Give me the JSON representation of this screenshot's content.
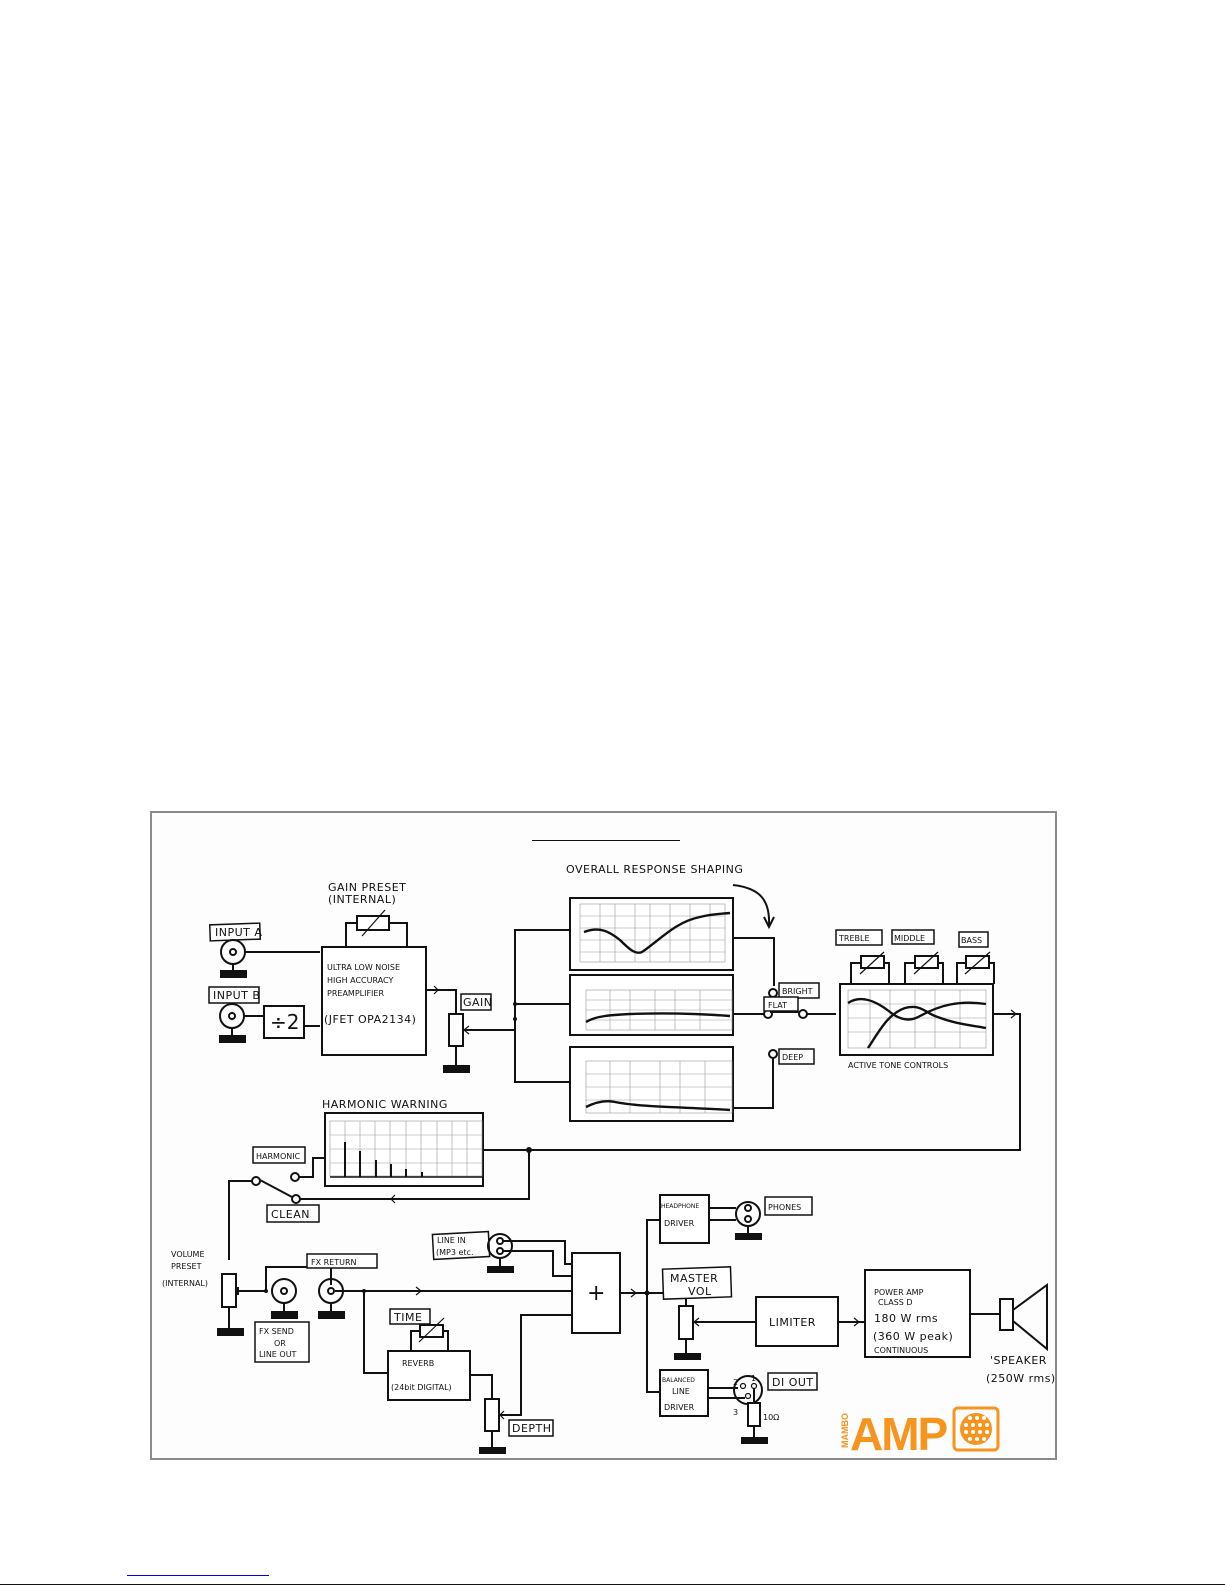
{
  "diagram": {
    "title": "",
    "blocks": {
      "input_a": "INPUT A",
      "input_b": "INPUT B",
      "divider": "÷2",
      "gain_preset": [
        "GAIN PRESET",
        "(INTERNAL)"
      ],
      "preamp": [
        "ULTRA LOW NOISE",
        "HIGH ACCURACY",
        "PREAMPLIFIER",
        "(JFET OPA2134)"
      ],
      "gain": "GAIN",
      "response_shaping_title": "OVERALL RESPONSE SHAPING",
      "bright": "BRIGHT",
      "flat": "FLAT",
      "deep": "DEEP",
      "treble": "TREBLE",
      "middle": "MIDDLE",
      "bass": "BASS",
      "tone_controls": "ACTIVE TONE CONTROLS",
      "harmonic_warning": "HARMONIC WARNING",
      "harmonic": "HARMONIC",
      "clean": "CLEAN",
      "volume_preset": [
        "VOLUME",
        "PRESET",
        "(INTERNAL)"
      ],
      "fx_return": "FX RETURN",
      "fx_send": [
        "FX SEND",
        "OR",
        "LINE OUT"
      ],
      "line_in": [
        "LINE IN",
        "(MP3 etc."
      ],
      "time": "TIME",
      "reverb": [
        "REVERB",
        "(24bit DIGITAL)"
      ],
      "depth": "DEPTH",
      "mixer": "+",
      "headphone_driver": [
        "HEADPHONE",
        "DRIVER"
      ],
      "phones": "PHONES",
      "master_vol": [
        "MASTER",
        "VOL"
      ],
      "limiter": "LIMITER",
      "power_amp": [
        "POWER AMP",
        "CLASS D",
        "180 W rms",
        "(360 W peak)",
        "CONTINUOUS"
      ],
      "speaker": [
        "'SPEAKER",
        "(250W rms)"
      ],
      "balanced_line_driver": [
        "BALANCED",
        "LINE",
        "DRIVER"
      ],
      "di_out": "DI OUT",
      "xlr_pins": [
        "2",
        "1",
        "3"
      ],
      "resistor": "10Ω"
    },
    "logo": {
      "small": "MAMBO",
      "main": "AMP",
      "color": "#f7941d"
    }
  }
}
